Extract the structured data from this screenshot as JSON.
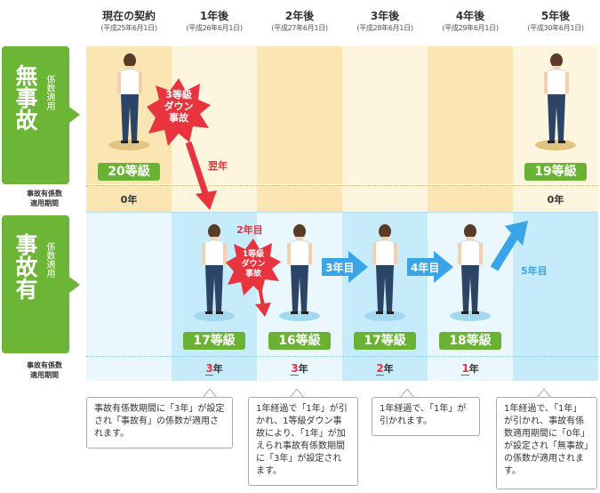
{
  "headers": [
    {
      "title": "現在の契約",
      "sub": "(平成25年6月1日)"
    },
    {
      "title": "1年後",
      "sub": "(平成26年6月1日)"
    },
    {
      "title": "2年後",
      "sub": "(平成27年6月1日)"
    },
    {
      "title": "3年後",
      "sub": "(平成28年6月1日)"
    },
    {
      "title": "4年後",
      "sub": "(平成29年6月1日)"
    },
    {
      "title": "5年後",
      "sub": "(平成30年6月1日)"
    }
  ],
  "rows": {
    "no_accident": {
      "main": "無事故",
      "sub": "係数適用"
    },
    "accident": {
      "main": "事故有",
      "sub": "係数適用"
    }
  },
  "period_label": "事故有係数\n適用期間",
  "top_grades": {
    "current": "20等級",
    "year5": "19等級"
  },
  "top_years": {
    "current": "0年",
    "year5": "0年"
  },
  "accident_burst": "3等級\nダウン\n事故",
  "next_year": "翌年",
  "second_burst": "1等級\nダウン\n事故",
  "second_year": "2年目",
  "bottom_grades": {
    "y1": "17等級",
    "y2": "16等級",
    "y3": "17等級",
    "y4": "18等級"
  },
  "bottom_years": [
    {
      "num": "3",
      "unit": "年"
    },
    {
      "num": "3",
      "unit": "年"
    },
    {
      "num": "2",
      "unit": "年"
    },
    {
      "num": "1",
      "unit": "年"
    }
  ],
  "arrows": {
    "a3": "3年目",
    "a4": "4年目",
    "a5": "5年目"
  },
  "notes": [
    "事故有係数期間に「3年」が設定され「事故有」の係数が適用されます。",
    "1年経過で「1年」が引かれ、1等級ダウン事故により、「1年」が加えられ事故有係数期間に「3年」が設定されます。",
    "1年経過で、「1年」が引かれます。",
    "1年経過で、「1年」が引かれ、事故有係数適用期間に「0年」が設定され「無事故」の係数が適用されます。"
  ],
  "colors": {
    "green": "#6db536",
    "cream": "#fdf2d5",
    "blue": "#d2eefa",
    "red": "#e8343f",
    "arrow_blue": "#3aa4e8"
  }
}
